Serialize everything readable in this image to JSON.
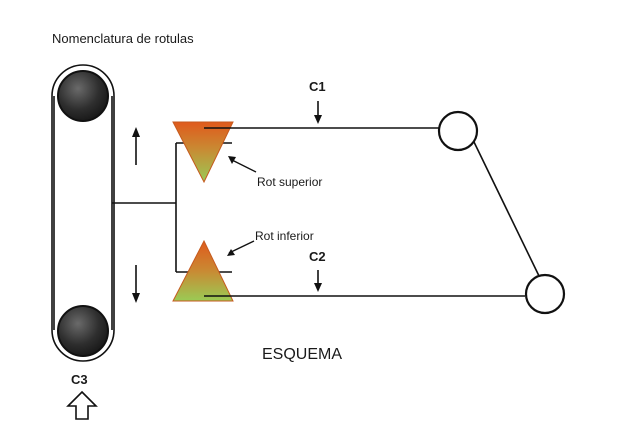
{
  "title": "Nomenclatura de rotulas",
  "labels": {
    "c1": "C1",
    "c2": "C2",
    "c3": "C3",
    "rot_superior": "Rot superior",
    "rot_inferior": "Rot inferior",
    "caption": "ESQUEMA"
  },
  "colors": {
    "line": "#111111",
    "roller_fill": "#2a2a2a",
    "triangle_top": "#e05a1c",
    "triangle_bottom": "#9acb55",
    "triangle_stroke": "#c65a1e",
    "background": "#ffffff"
  }
}
